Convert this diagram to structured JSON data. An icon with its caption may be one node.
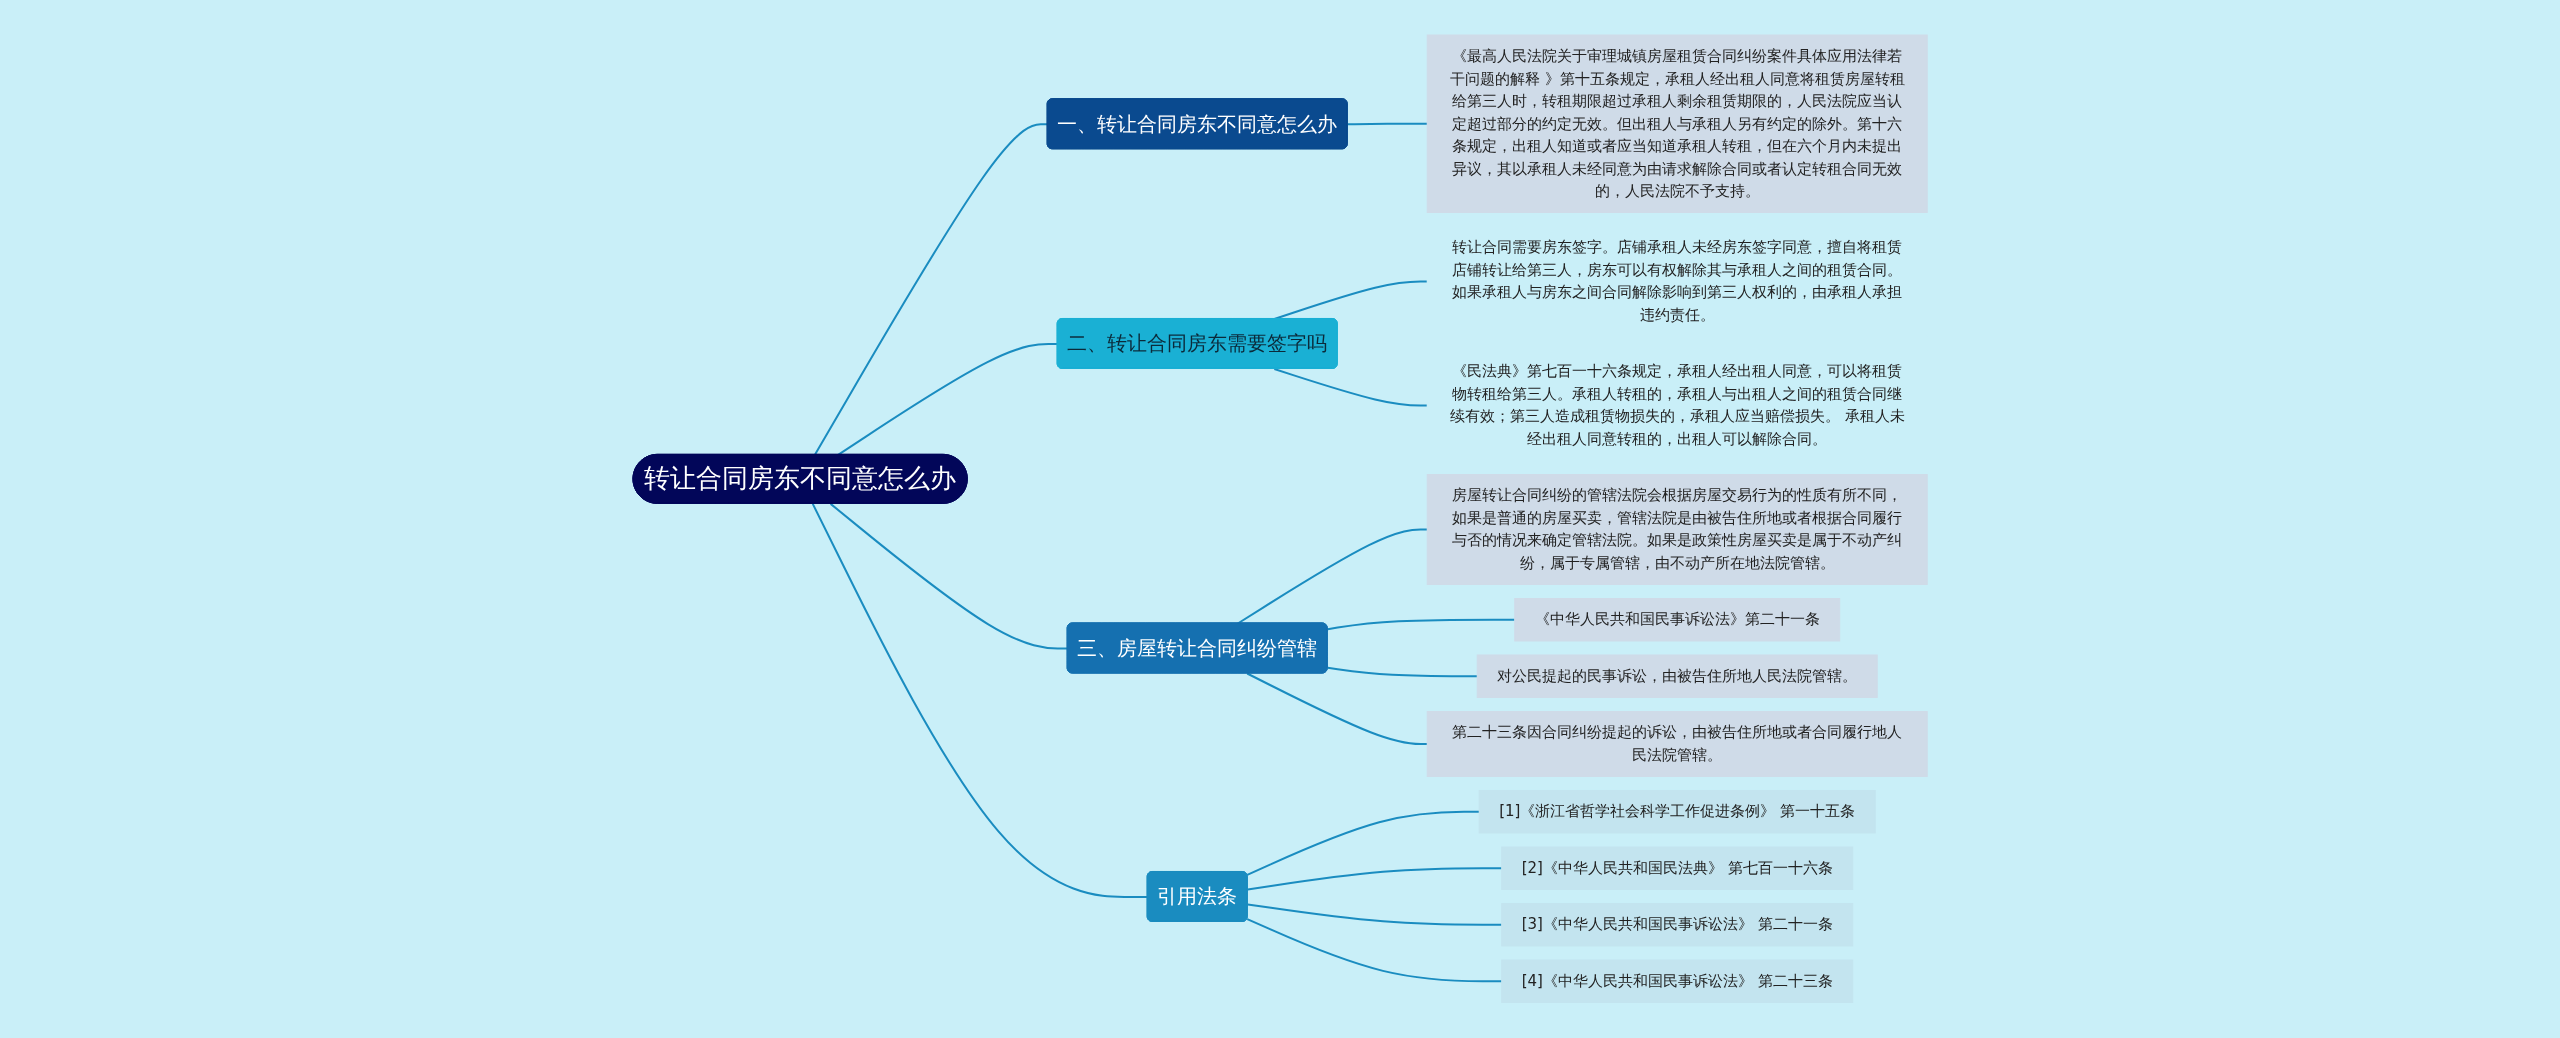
{
  "diagram": {
    "nodes": [
      {
        "text": [
          "转让合同房东不同意怎么办"
        ]
      },
      {
        "text": [
          "一、转让合同房东不同意怎么办"
        ]
      },
      {
        "text": [
          "《最高人民法院关于审理城镇房屋租赁合同纠纷案件具体应用法律若干问题的解释 》第十五条规定，承租人经出租人同意将租赁房屋转租给第三人时，转租期限超过承租人剩余租赁期限的，人民法院应当认定超过部分的约定无效。但出租人与承租人另有约定的除外。第十六条规定，出租人知道或者应当知道承租人转租，但在六个月内未提出异议，其以承租人未经同意为由请求解除合同或者认定转租合同无效的，人民法院不予支持。"
        ]
      },
      {
        "text": [
          "二、转让合同房东需要签字吗"
        ]
      },
      {
        "text": [
          "转让合同需要房东签字。店铺承租人未经房东签字同意，擅自将租赁店铺转让给第三人，房东可以有权解除其与承租人之间的租赁合同。如果承租人与房东之间合同解除影响到第三人权利的，由承租人承担违约责任。"
        ]
      },
      {
        "text": [
          "《民法典》第七百一十六条规定，承租人经出租人同意，可以将租赁物转租给第三人。承租人转租的，承租人与出租人之间的租赁合同继续有效；第三人造成租赁物损失的，承租人应当赔偿损失。 承租人未经出租人同意转租的，出租人可以解除合同。"
        ]
      },
      {
        "text": [
          "三、房屋转让合同纠纷管辖"
        ]
      },
      {
        "text": [
          "房屋转让合同纠纷的管辖法院会根据房屋交易行为的性质有所不同，如果是普通的房屋买卖，管辖法院是由被告住所地或者根据合同履行与否的情况来确定管辖法院。如果是政策性房屋买卖是属于不动产纠纷，属于专属管辖，由不动产所在地法院管辖。"
        ]
      },
      {
        "text": [
          "《中华人民共和国民事诉讼法》第二十一条"
        ]
      },
      {
        "text": [
          "对公民提起的民事诉讼，由被告住所地人民法院管辖。"
        ]
      },
      {
        "text": [
          "第二十三条因合同纠纷提起的诉讼，由被告住所地或者合同履行地人民法院管辖。"
        ]
      },
      {
        "text": [
          "引用法条"
        ]
      },
      {
        "text": [
          "[1]《浙江省哲学社会科学工作促进条例》 第一十五条"
        ]
      },
      {
        "text": [
          "[2]《中华人民共和国民法典》 第七百一十六条"
        ]
      },
      {
        "text": [
          "[3]《中华人民共和国民事诉讼法》 第二十一条"
        ]
      },
      {
        "text": [
          "[4]《中华人民共和国民事诉讼法》 第二十三条"
        ]
      }
    ],
    "edges": [
      {
        "from": 0,
        "to": 1,
        "arrow": "none"
      },
      {
        "from": 1,
        "to": 2,
        "arrow": "none"
      },
      {
        "from": 0,
        "to": 3,
        "arrow": "none"
      },
      {
        "from": 3,
        "to": 4,
        "arrow": "none"
      },
      {
        "from": 3,
        "to": 5,
        "arrow": "none"
      },
      {
        "from": 0,
        "to": 6,
        "arrow": "none"
      },
      {
        "from": 6,
        "to": 7,
        "arrow": "none"
      },
      {
        "from": 6,
        "to": 8,
        "arrow": "none"
      },
      {
        "from": 6,
        "to": 9,
        "arrow": "none"
      },
      {
        "from": 6,
        "to": 10,
        "arrow": "none"
      },
      {
        "from": 0,
        "to": 11,
        "arrow": "none"
      },
      {
        "from": 11,
        "to": 12,
        "arrow": "none"
      },
      {
        "from": 11,
        "to": 13,
        "arrow": "none"
      },
      {
        "from": 11,
        "to": 14,
        "arrow": "none"
      },
      {
        "from": 11,
        "to": 15,
        "arrow": "none"
      }
    ]
  }
}
